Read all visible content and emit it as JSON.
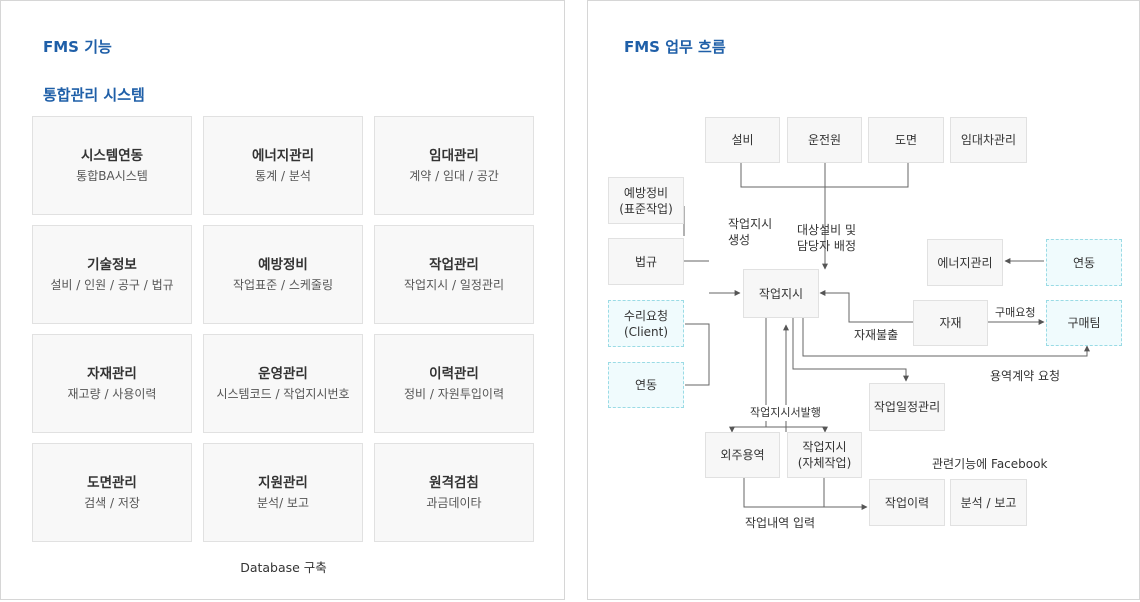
{
  "left": {
    "title": "FMS 기능",
    "subtitle": "통합관리 시스템",
    "cells": [
      {
        "title": "시스템연동",
        "sub": "통합BA시스템"
      },
      {
        "title": "에너지관리",
        "sub": "통계 / 분석"
      },
      {
        "title": "임대관리",
        "sub": "계약 / 임대 / 공간"
      },
      {
        "title": "기술정보",
        "sub": "설비 / 인원 / 공구 / 법규"
      },
      {
        "title": "예방정비",
        "sub": "작업표준 / 스케줄링"
      },
      {
        "title": "작업관리",
        "sub": "작업지시 / 일정관리"
      },
      {
        "title": "자재관리",
        "sub": "재고량 / 사용이력"
      },
      {
        "title": "운영관리",
        "sub": "시스템코드 / 작업지시번호"
      },
      {
        "title": "이력관리",
        "sub": "정비 / 자원투입이력"
      },
      {
        "title": "도면관리",
        "sub": "검색 / 저장"
      },
      {
        "title": "지원관리",
        "sub": "분석/ 보고"
      },
      {
        "title": "원격검침",
        "sub": "과금데이타"
      }
    ],
    "footer": "Database 구축"
  },
  "right": {
    "title": "FMS 업무 흐름",
    "boxes": {
      "facility": "설비",
      "operator": "운전원",
      "drawing": "도면",
      "lessee": "임대차관리",
      "preventive": "예방정비\n(표준작업)",
      "law": "법규",
      "repair": "수리요청\n(Client)",
      "link_left": "연동",
      "work_order": "작업지시",
      "energy": "에너지관리",
      "link_right": "연동",
      "material": "자재",
      "purchase": "구매팀",
      "schedule": "작업일정관리",
      "outsource": "외주용역",
      "self_work": "작업지시\n(자체작업)",
      "history": "작업이력",
      "report": "분석 / 보고"
    },
    "labels": {
      "create_order": "작업지시\n생성",
      "assign": "대상설비 및\n담당자 배정",
      "purchase_request": "구매요청",
      "material_out": "자재불출",
      "service_contract": "용역계약 요청",
      "issue_order": "작업지시서발행",
      "facebook": "관련기능에 Facebook",
      "input_detail": "작업내역 입력"
    }
  }
}
